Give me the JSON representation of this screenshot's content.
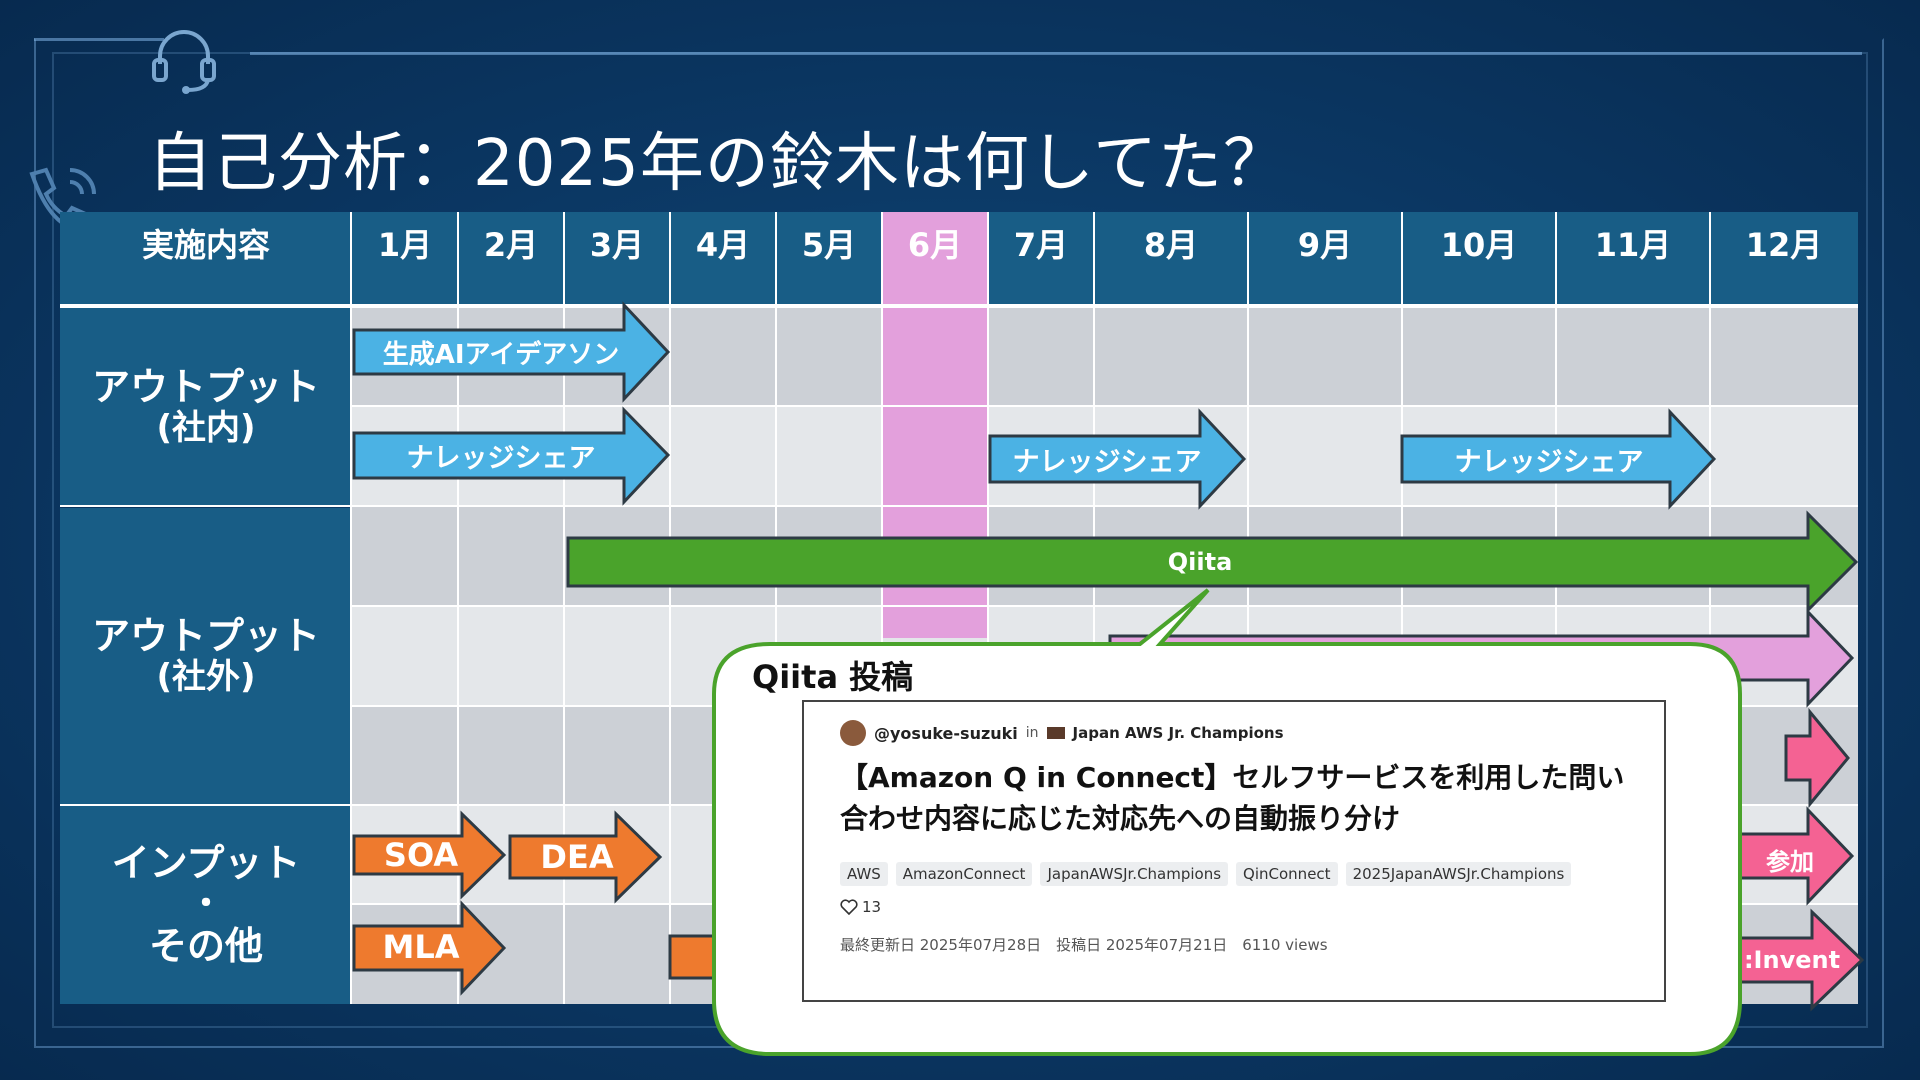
{
  "slide": {
    "title": "自己分析：2025年の鈴木は何してた？"
  },
  "table": {
    "corner": "実施内容",
    "months": [
      "1月",
      "2月",
      "3月",
      "4月",
      "5月",
      "6月",
      "7月",
      "8月",
      "9月",
      "10月",
      "11月",
      "12月"
    ],
    "highlight_month": "6月",
    "rows": [
      {
        "label_line1": "アウトプット",
        "label_line2": "(社内)"
      },
      {
        "label_line1": "アウトプット",
        "label_line2": "(社外)"
      },
      {
        "label_line1": "インプット",
        "label_line2": "・",
        "label_line3": "その他"
      }
    ]
  },
  "bars": {
    "ideathon": "生成AIアイデアソン",
    "knowledge1": "ナレッジシェア",
    "knowledge2": "ナレッジシェア",
    "knowledge3": "ナレッジシェア",
    "qiita": "Qiita",
    "soa": "SOA",
    "dea": "DEA",
    "mla": "MLA",
    "sanka": "参加",
    "invent": ":Invent"
  },
  "colors": {
    "header": "#185d86",
    "june": "#e3a0dc",
    "blue_arrow": "#4bb2e4",
    "green_arrow": "#4aa32b",
    "orange_arrow": "#ee7a2e",
    "pink_arrow": "#f46293",
    "background": "#0b3763"
  },
  "callout": {
    "title": "Qiita 投稿",
    "author": "@yosuke-suzuki",
    "in": "in",
    "organization": "Japan AWS Jr. Champions",
    "article_title": "【Amazon Q in Connect】セルフサービスを利用した問い合わせ内容に応じた対応先への自動振り分け",
    "tags": [
      "AWS",
      "AmazonConnect",
      "JapanAWSJr.Champions",
      "QinConnect",
      "2025JapanAWSJr.Champions"
    ],
    "likes": "13",
    "meta": "最終更新日 2025年07月28日　投稿日 2025年07月21日　6110 views"
  },
  "icons": [
    "headset-icon",
    "phone-icon",
    "heart-icon"
  ]
}
